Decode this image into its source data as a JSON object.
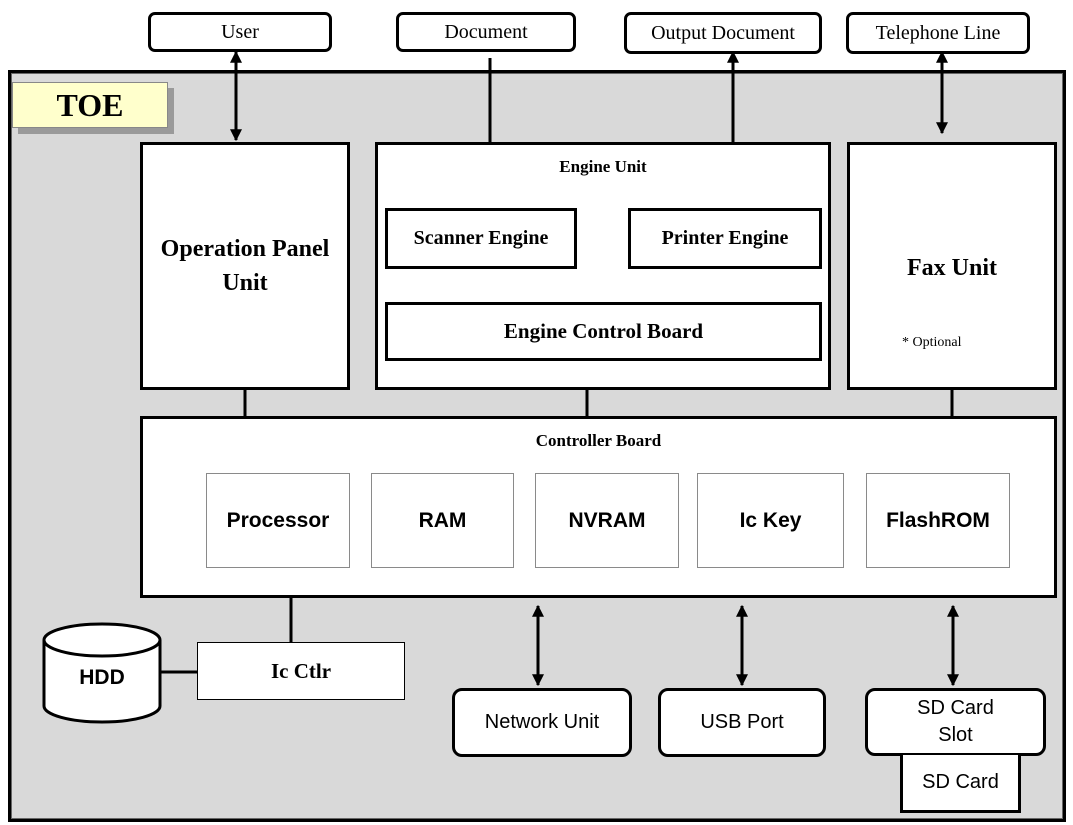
{
  "external": {
    "user": "User",
    "document": "Document",
    "output_document": "Output Document",
    "telephone_line": "Telephone Line"
  },
  "toe_label": "TOE",
  "operation_panel": {
    "line1": "Operation Panel",
    "line2": "Unit"
  },
  "engine_unit": {
    "title": "Engine Unit",
    "scanner": "Scanner Engine",
    "printer": "Printer Engine",
    "control_board": "Engine Control Board"
  },
  "fax_unit": {
    "title": "Fax Unit",
    "note": "* Optional"
  },
  "controller_board": {
    "title": "Controller Board",
    "components": [
      "Processor",
      "RAM",
      "NVRAM",
      "Ic Key",
      "FlashROM"
    ]
  },
  "hdd": "HDD",
  "ic_ctlr": "Ic Ctlr",
  "ports": {
    "network": "Network Unit",
    "usb": "USB Port",
    "sd_slot_line1": "SD Card",
    "sd_slot_line2": "Slot",
    "sd_card": "SD Card"
  },
  "colors": {
    "toe_background": "#d9d9d9",
    "toe_label_background": "#ffffcc",
    "shadow": "#9a9a9a"
  }
}
